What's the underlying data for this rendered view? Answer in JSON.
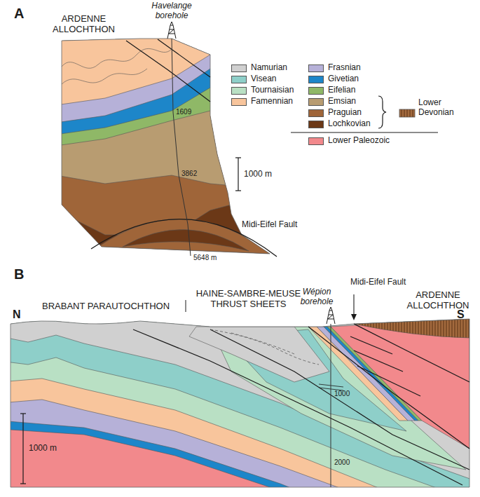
{
  "diagram": {
    "labels": [
      "A",
      "ARDENNE ALLOCHTHON",
      "Havelange borehole",
      "1609",
      "1000 m",
      "3862",
      "Midi-Eifel Fault",
      "5648 m",
      "B",
      "BRABANT PARAUTOCHTHON",
      "HAINE-SAMBRE-MEUSE THRUST SHEETS",
      "Wépion borehole",
      "Midi-Eifel Fault",
      "ARDENNE ALLOCHTHON",
      "N",
      "S",
      "1000 m",
      "1000",
      "2000"
    ],
    "legend": [
      {
        "text": "Namurian",
        "color": "#d0d0d0"
      },
      {
        "text": "Visean",
        "color": "#8ecfc9"
      },
      {
        "text": "Tournaisian",
        "color": "#b9e0c4"
      },
      {
        "text": "Famennian",
        "color": "#f8c59c"
      },
      {
        "text": "Frasnian",
        "color": "#b6b1d8"
      },
      {
        "text": "Givetian",
        "color": "#1d86c9"
      },
      {
        "text": "Eifelian",
        "color": "#8fb867"
      },
      {
        "text": "Emsian",
        "color": "#b89c71"
      },
      {
        "text": "Praguian",
        "color": "#9f6539"
      },
      {
        "text": "Lochkovian",
        "color": "#6b3817"
      },
      {
        "text": "Lower Devonian"
      },
      {
        "text": "Lower Paleozoic",
        "color": "#f2898c"
      }
    ]
  }
}
